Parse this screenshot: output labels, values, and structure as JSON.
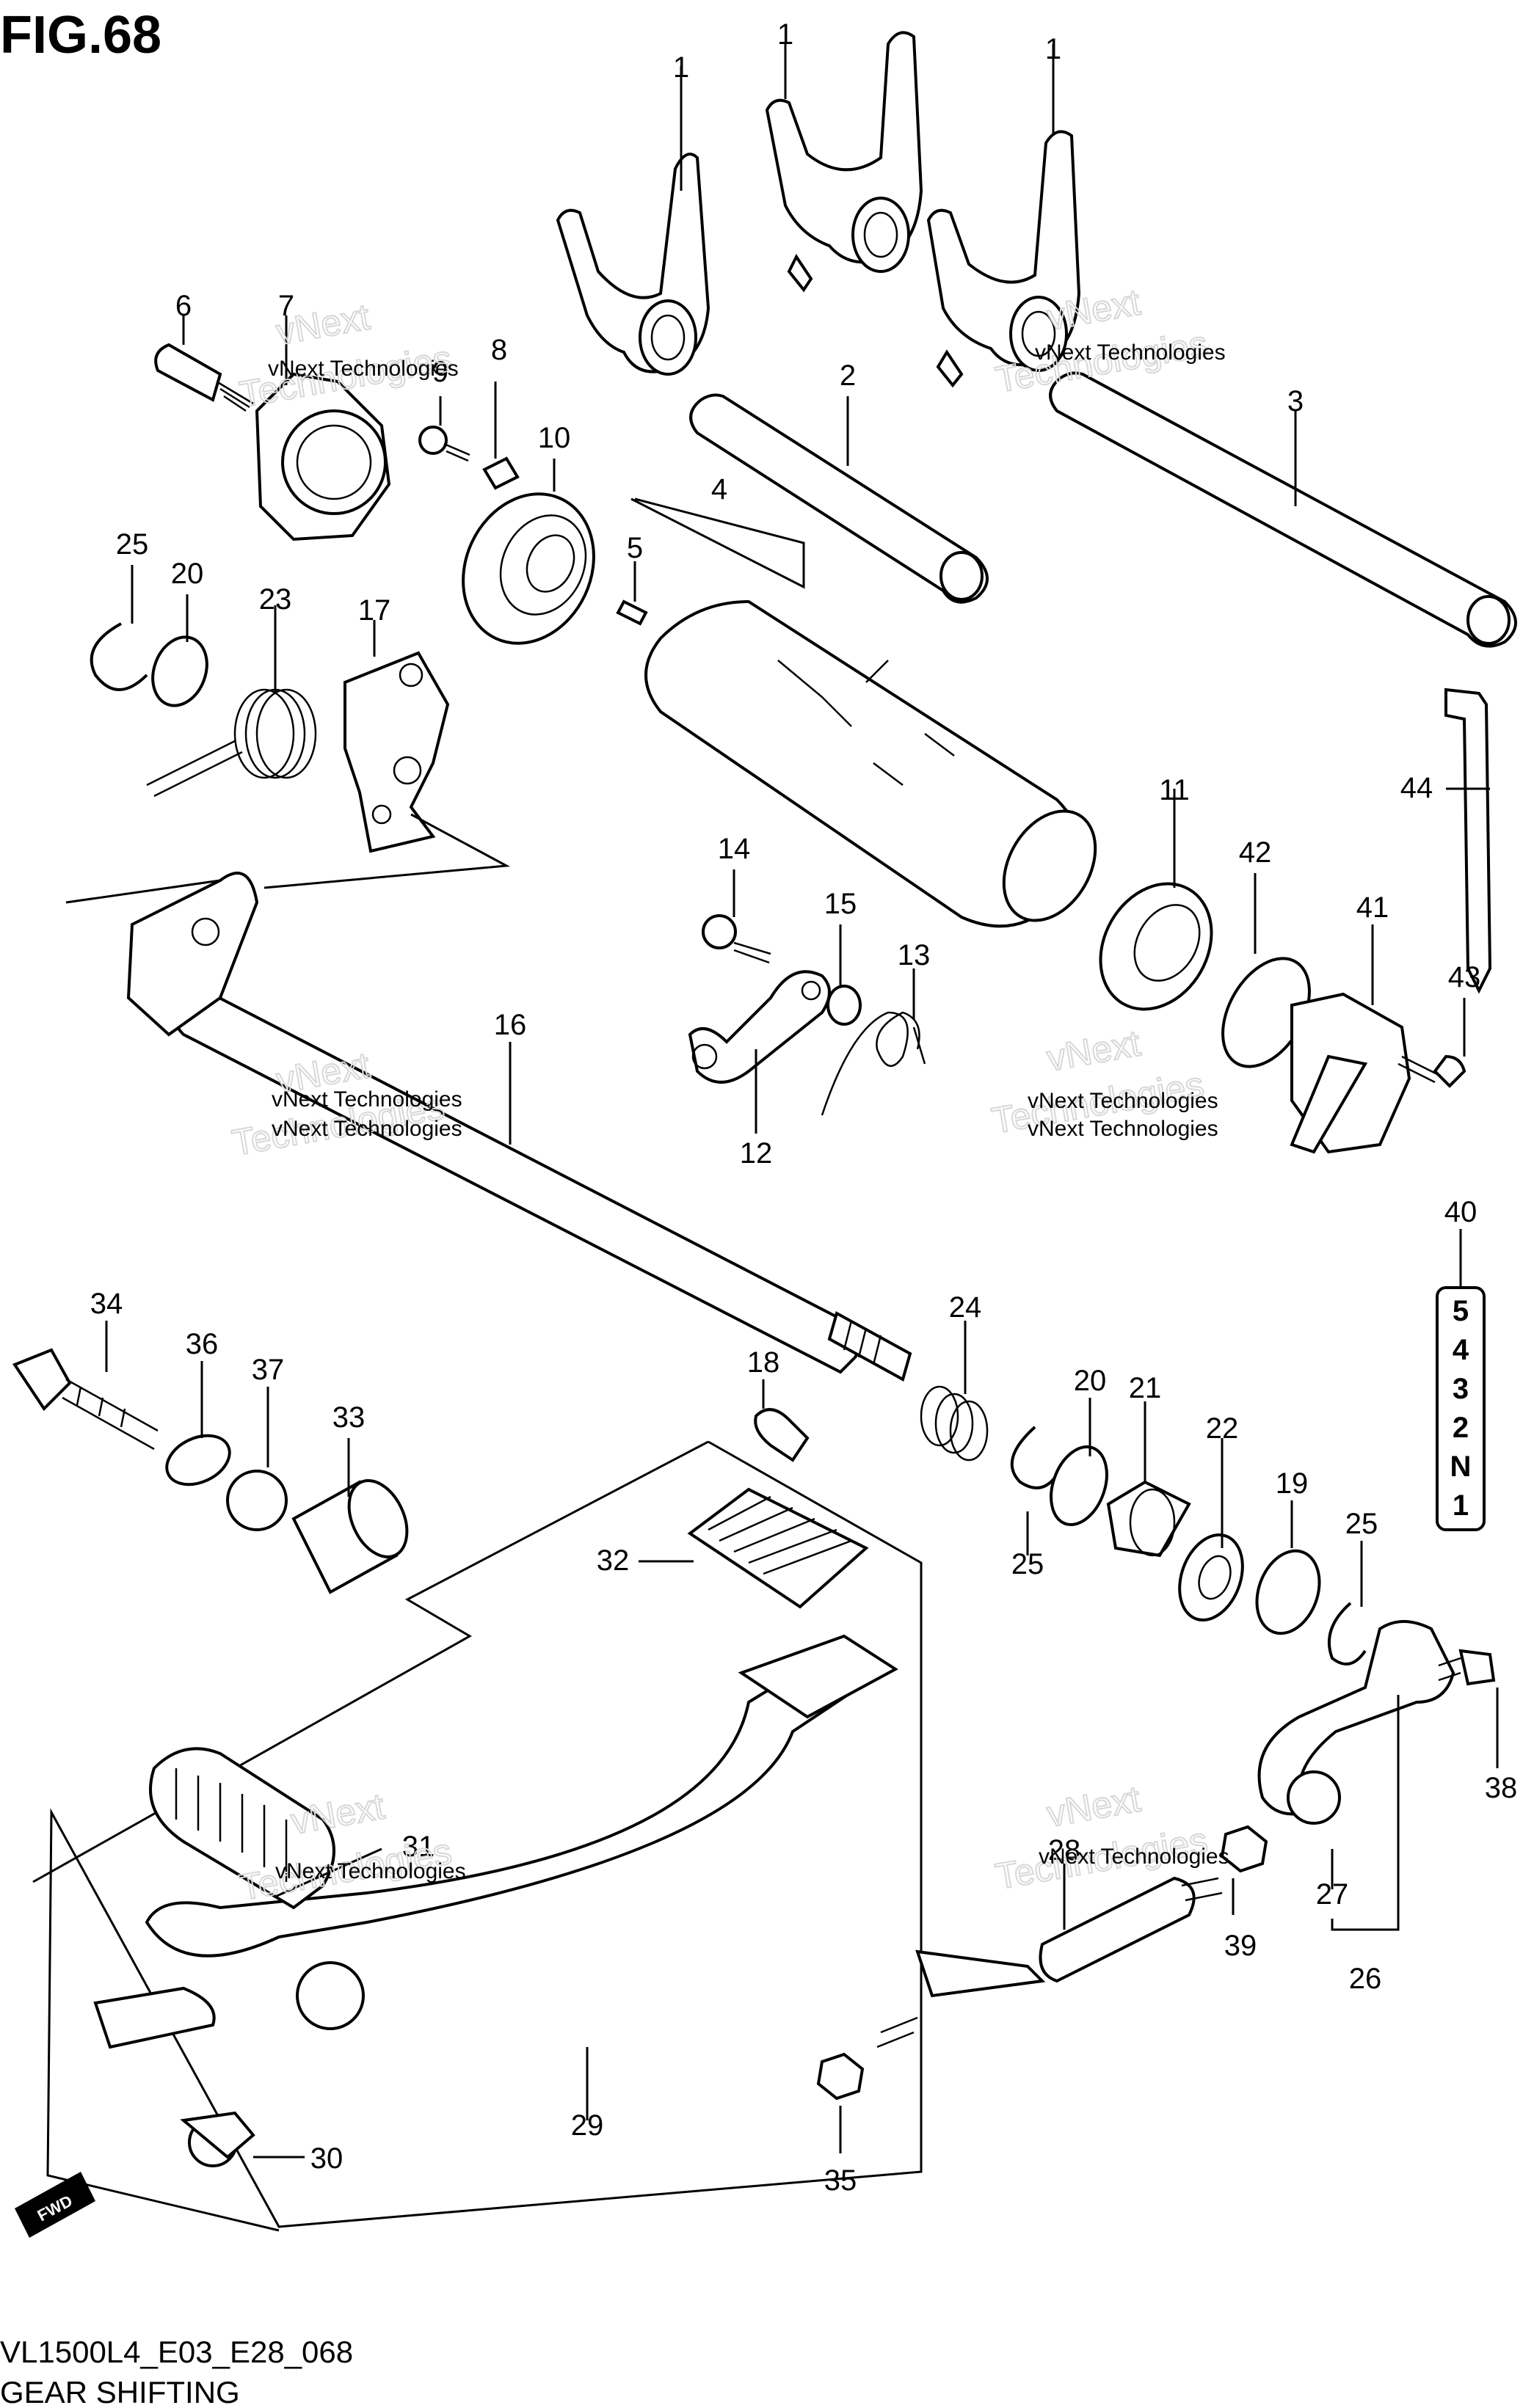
{
  "figure": {
    "title": "FIG.68",
    "code": "VL1500L4_E03_E28_068",
    "name": "GEAR SHIFTING"
  },
  "watermark": {
    "text": "vNext Technologies",
    "outline_word_1": "vNext",
    "outline_word_2": "Technologies"
  },
  "gear_indicator": {
    "label": "40",
    "positions": [
      "5",
      "4",
      "3",
      "2",
      "N",
      "1"
    ]
  },
  "callouts": {
    "c1a": "1",
    "c1b": "1",
    "c1c": "1",
    "c2": "2",
    "c3": "3",
    "c4": "4",
    "c5": "5",
    "c6": "6",
    "c7": "7",
    "c8": "8",
    "c9": "9",
    "c10": "10",
    "c11": "11",
    "c12": "12",
    "c13": "13",
    "c14": "14",
    "c15": "15",
    "c16": "16",
    "c17": "17",
    "c18": "18",
    "c19": "19",
    "c20a": "20",
    "c20b": "20",
    "c21": "21",
    "c22": "22",
    "c23": "23",
    "c24": "24",
    "c25a": "25",
    "c25b": "25",
    "c25c": "25",
    "c26": "26",
    "c27": "27",
    "c28": "28",
    "c29": "29",
    "c30": "30",
    "c31": "31",
    "c32": "32",
    "c33": "33",
    "c34": "34",
    "c35": "35",
    "c36": "36",
    "c37": "37",
    "c38": "38",
    "c39": "39",
    "c41": "41",
    "c42": "42",
    "c43": "43",
    "c44": "44"
  },
  "fwd_badge": "FWD"
}
